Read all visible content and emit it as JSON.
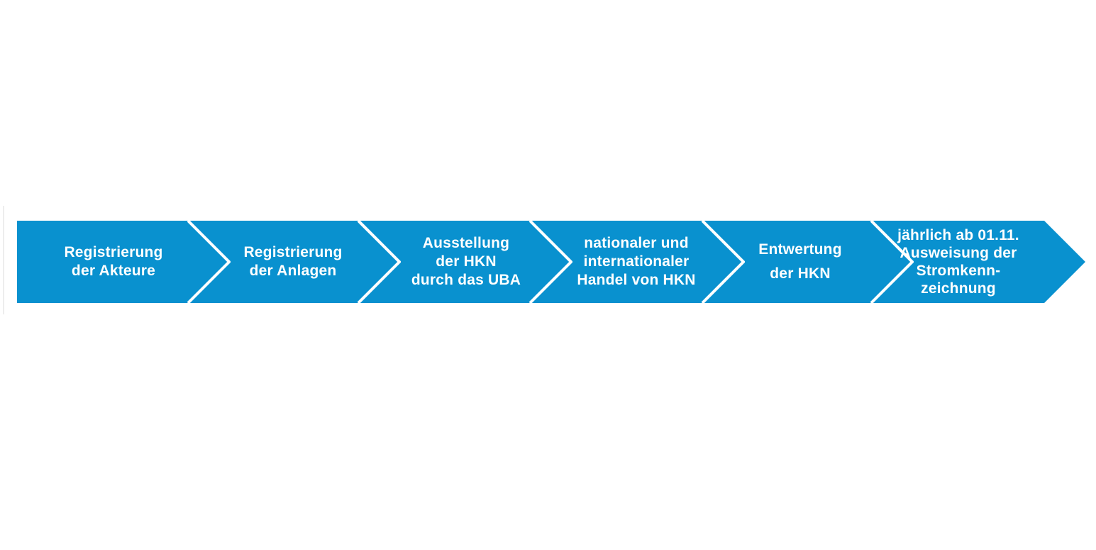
{
  "diagram": {
    "type": "process-flow-arrow",
    "language": "de"
  },
  "colors": {
    "band_blue": "#0991CF",
    "text_white": "#ffffff",
    "edge_line": "#ededed",
    "background": "#ffffff"
  },
  "segments": [
    {
      "id": "registrierung-akteure",
      "lines": [
        "Registrierung",
        "der Akteure"
      ]
    },
    {
      "id": "registrierung-anlagen",
      "lines": [
        "Registrierung",
        "der Anlagen"
      ]
    },
    {
      "id": "ausstellung-hkn",
      "lines": [
        "Ausstellung",
        "der HKN",
        "durch das UBA"
      ]
    },
    {
      "id": "handel-hkn",
      "lines": [
        "nationaler und",
        "internationaler",
        "Handel von HKN"
      ]
    },
    {
      "id": "entwertung-hkn",
      "lines": [
        "Entwertung",
        "der HKN"
      ]
    },
    {
      "id": "stromkennzeichnung",
      "lines": [
        "jährlich ab 01.11.",
        "Ausweisung der",
        "Stromkenn-",
        "zeichnung"
      ]
    }
  ]
}
